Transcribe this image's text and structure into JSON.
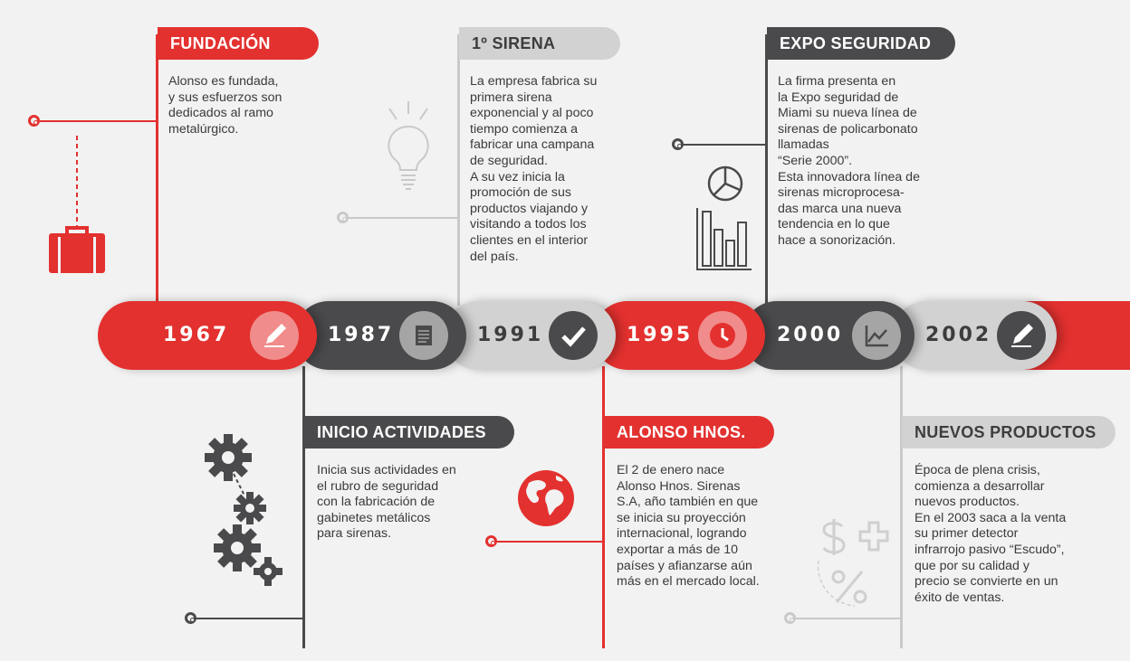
{
  "colors": {
    "red": "#e3312f",
    "dark": "#4a4a4c",
    "light": "#d2d2d2",
    "background": "#f2f2f2"
  },
  "timeline": [
    {
      "year": "1967",
      "icon": "pencil-icon"
    },
    {
      "year": "1987",
      "icon": "document-icon"
    },
    {
      "year": "1991",
      "icon": "checkmark-icon"
    },
    {
      "year": "1995",
      "icon": "clock-icon"
    },
    {
      "year": "2000",
      "icon": "line-chart-icon"
    },
    {
      "year": "2002",
      "icon": "pencil-icon"
    }
  ],
  "events": {
    "fundacion": {
      "title": "FUNDACIÓN",
      "text": "Alonso es fundada,\ny sus esfuerzos son\ndedicados al ramo\nmetalúrgico.",
      "icon": "briefcase-icon"
    },
    "sirena": {
      "title": "1º SIRENA",
      "text": "La empresa fabrica su\nprimera sirena\nexponencial y al poco\ntiempo comienza a\nfabricar una campana\nde seguridad.\nA su vez inicia la\npromoción de sus\nproductos viajando y\nvisitando a todos los\nclientes en el interior\ndel país.",
      "icon": "lightbulb-icon"
    },
    "expo": {
      "title": "EXPO SEGURIDAD",
      "text": "La firma presenta en\nla Expo seguridad de\nMiami su nueva línea de\nsirenas de policarbonato\nllamadas\n“Serie 2000”.\nEsta innovadora línea de\nsirenas microprocesa-\ndas marca una nueva\ntendencia en lo que\nhace a sonorización.",
      "icon": "pie-chart-icon"
    },
    "inicio": {
      "title": "INICIO ACTIVIDADES",
      "text": "Inicia sus actividades en\nel rubro de seguridad\ncon la fabricación de\ngabinetes metálicos\npara sirenas.",
      "icon": "gears-icon"
    },
    "alonso": {
      "title": "ALONSO HNOS.",
      "text": "El 2 de enero nace\nAlonso Hnos. Sirenas\nS.A, año también en que\nse inicia su proyección\ninternacional, logrando\nexportar a más de 10\npaíses y afianzarse aún\nmás en el mercado local.",
      "icon": "globe-icon"
    },
    "nuevos": {
      "title": "NUEVOS PRODUCTOS",
      "text": "Época de plena crisis,\ncomienza a desarrollar\nnuevos productos.\nEn el 2003 saca a la venta\nsu primer detector\ninfrarrojo pasivo “Escudo”,\nque por su calidad y\nprecio se convierte en un\néxito de ventas.",
      "icon": "dollar-plus-percent-icon"
    }
  }
}
